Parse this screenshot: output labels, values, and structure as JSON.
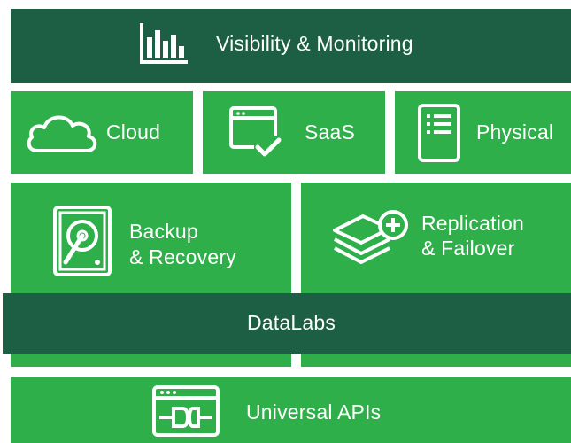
{
  "top": {
    "label": "Visibility & Monitoring",
    "icon": "bar-chart-icon"
  },
  "row1": [
    {
      "label": "Cloud",
      "icon": "cloud-icon"
    },
    {
      "label": "SaaS",
      "icon": "browser-window-check-icon"
    },
    {
      "label": "Physical",
      "icon": "server-document-icon"
    }
  ],
  "row2": [
    {
      "line1": "Backup",
      "line2": "& Recovery",
      "icon": "hard-drive-icon"
    },
    {
      "line1": "Replication",
      "line2": "& Failover",
      "icon": "layers-plus-icon"
    }
  ],
  "datalabs": {
    "label": "DataLabs"
  },
  "bottom": {
    "label": "Universal APIs",
    "icon": "plug-window-icon"
  },
  "colors": {
    "dark_green": "#1c5f45",
    "green": "#2eaf4a",
    "white": "#ffffff"
  }
}
